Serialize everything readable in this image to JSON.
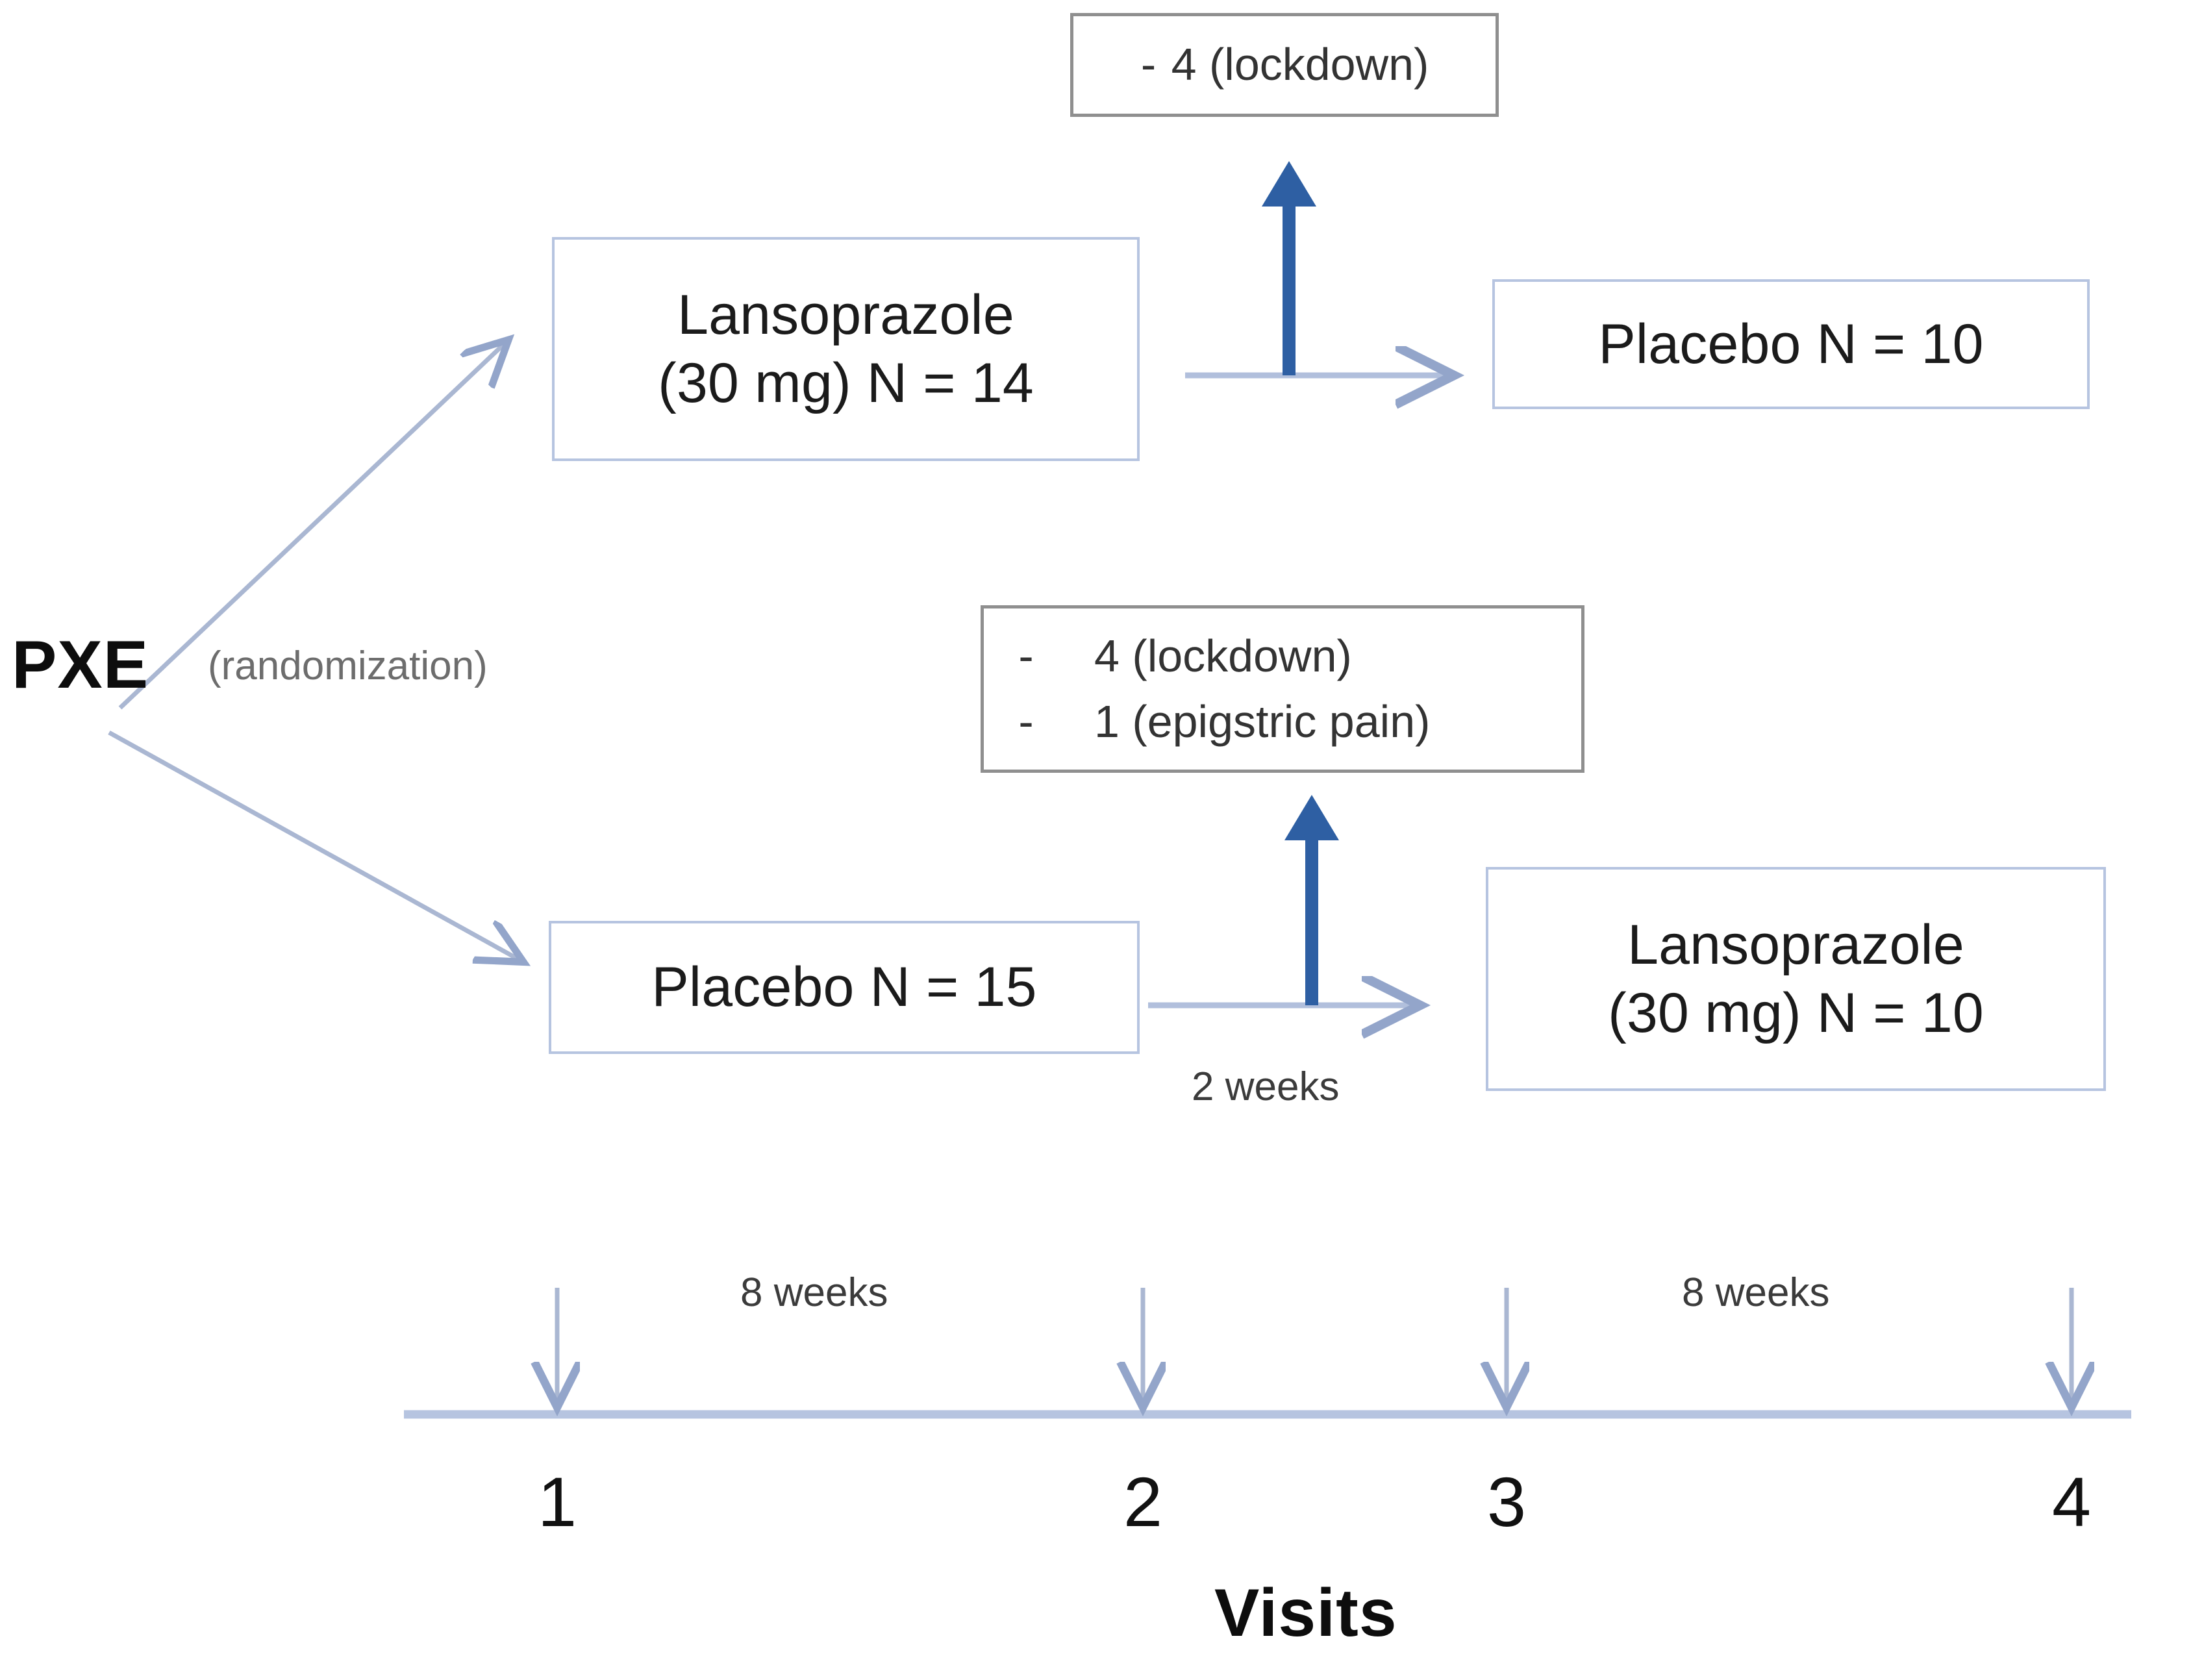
{
  "figure": {
    "type": "clinical-trial-crossover-flow-diagram",
    "start_label": "PXE",
    "randomization_label": "(randomization)"
  },
  "arms": {
    "arm1": {
      "period1": {
        "line1": "Lansoprazole",
        "line2": "(30 mg) N = 14"
      },
      "dropouts": [
        {
          "dash": "-",
          "text": "4 (lockdown)"
        }
      ],
      "period2": {
        "line1": "Placebo N = 10"
      }
    },
    "arm2": {
      "period1": {
        "line1": "Placebo N = 15"
      },
      "dropouts": [
        {
          "dash": "-",
          "text": "4 (lockdown)"
        },
        {
          "dash": "-",
          "text": "1 (epigstric pain)"
        }
      ],
      "washout_label": "2 weeks",
      "period2": {
        "line1": "Lansoprazole",
        "line2": "(30 mg) N = 10"
      }
    }
  },
  "timeline": {
    "axis_title": "Visits",
    "visits": [
      "1",
      "2",
      "3",
      "4"
    ],
    "intervals": [
      {
        "label": "8 weeks",
        "between": "1-2"
      },
      {
        "label": "8 weeks",
        "between": "3-4"
      }
    ]
  },
  "colors": {
    "box_border_blue": "#b6c4e0",
    "box_border_gray": "#8f8f8f",
    "arrow_light_blue": "#a9b8d8",
    "arrow_dark_blue": "#2e5fa3",
    "timeline_line": "#b6c4e0",
    "text_primary": "#1b1b1b",
    "text_muted": "#6d6d6d"
  }
}
